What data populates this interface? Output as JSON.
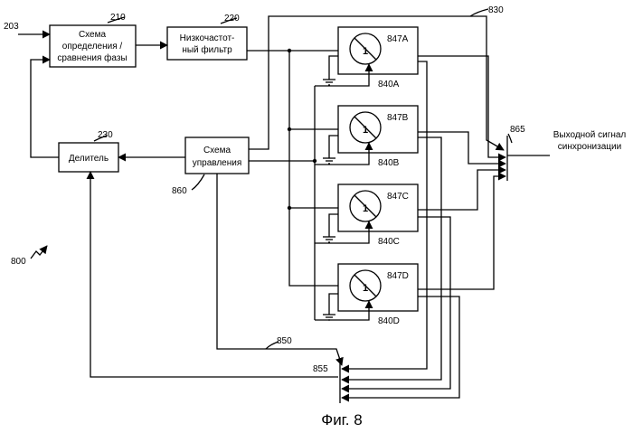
{
  "blocks": {
    "phase": {
      "line1": "Схема",
      "line2": "определения /",
      "line3": "сравнения фазы",
      "ref": "210"
    },
    "lpf": {
      "line1": "Низкочастот-",
      "line2": "ный фильтр",
      "ref": "220"
    },
    "divider": {
      "line1": "Делитель",
      "ref": "230"
    },
    "control": {
      "line1": "Схема",
      "line2": "управления",
      "ref": "860"
    }
  },
  "oscillators": [
    {
      "ref": "847A",
      "cell": "840A"
    },
    {
      "ref": "847B",
      "cell": "840B"
    },
    {
      "ref": "847C",
      "cell": "840C"
    },
    {
      "ref": "847D",
      "cell": "840D"
    }
  ],
  "refs": {
    "input": "203",
    "bus_top": "830",
    "bus_bottom": "850",
    "mux_bottom": "855",
    "mux_right": "865",
    "system": "800"
  },
  "output": {
    "line1": "Выходной сигнал",
    "line2": "синхронизации"
  },
  "caption": "Фиг. 8"
}
